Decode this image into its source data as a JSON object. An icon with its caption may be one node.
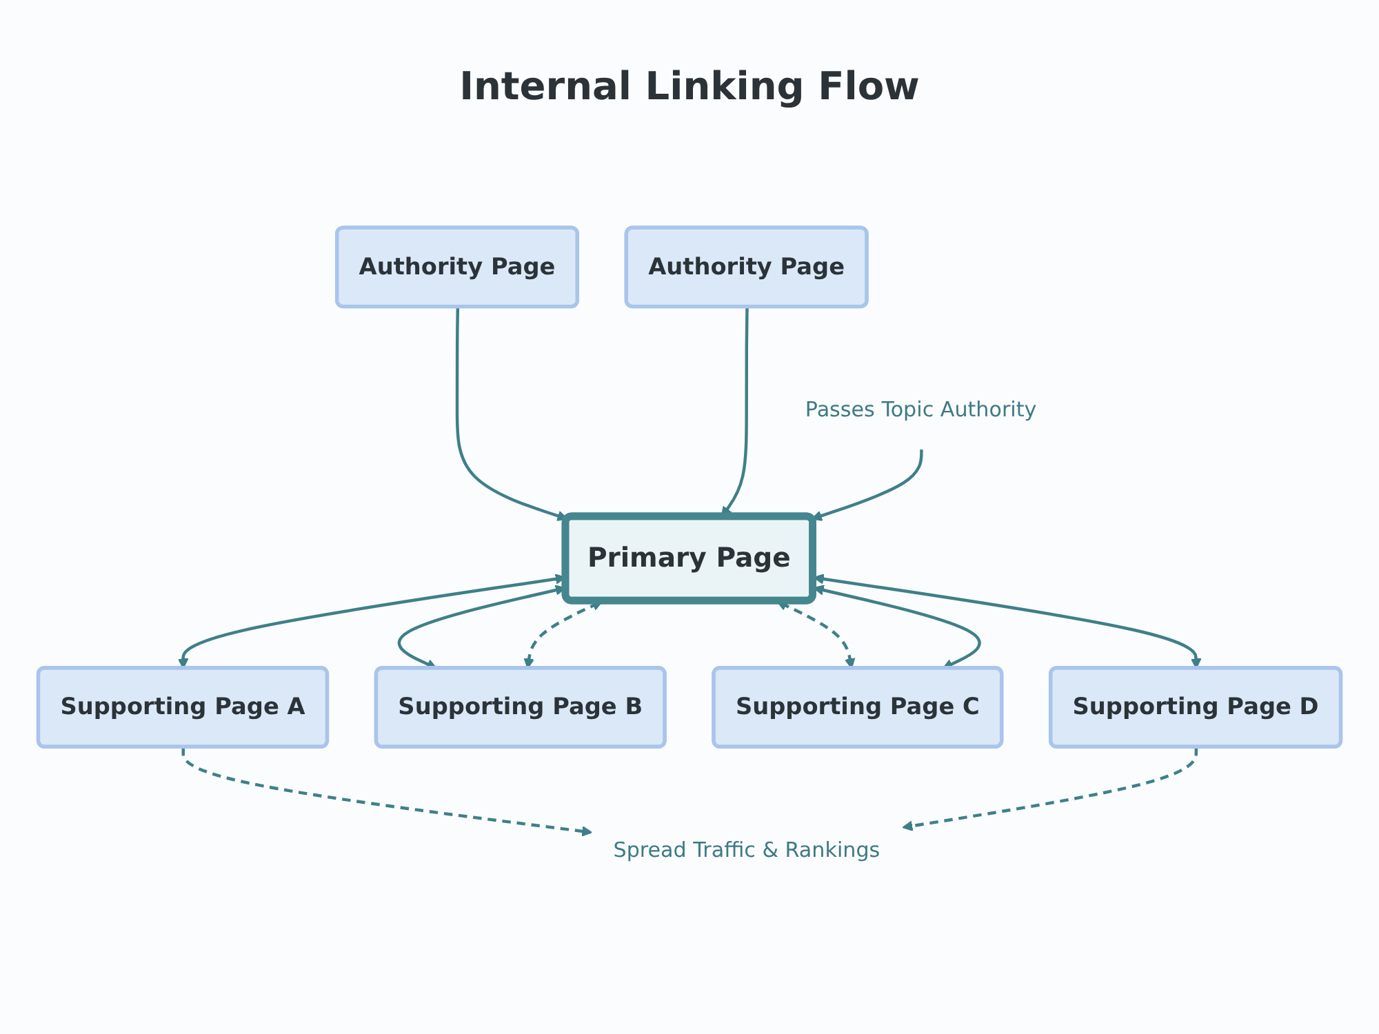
{
  "diagram": {
    "title": "Internal Linking Flow",
    "nodes": [
      {
        "text": [
          "Authority Page"
        ]
      },
      {
        "text": [
          "Authority Page"
        ]
      },
      {
        "text": [
          "Passes Topic Authority"
        ]
      },
      {
        "text": [
          "Primary Page"
        ]
      },
      {
        "text": [
          "Supporting Page A"
        ]
      },
      {
        "text": [
          "Supporting Page B"
        ]
      },
      {
        "text": [
          "Supporting Page C"
        ]
      },
      {
        "text": [
          "Supporting Page D"
        ]
      },
      {
        "text": [
          "Spread Traffic & Rankings"
        ]
      }
    ],
    "edges": [
      {
        "from": 0,
        "to": 3,
        "arrow": "to"
      },
      {
        "from": 1,
        "to": 3,
        "arrow": "to"
      },
      {
        "from": 2,
        "to": 3,
        "arrow": "to"
      },
      {
        "from": 3,
        "to": 4,
        "arrow": "both"
      },
      {
        "from": 3,
        "to": 5,
        "arrow": "both"
      },
      {
        "from": 3,
        "to": 5,
        "arrow": "both",
        "style": "dashed"
      },
      {
        "from": 3,
        "to": 6,
        "arrow": "both",
        "style": "dashed"
      },
      {
        "from": 3,
        "to": 6,
        "arrow": "both"
      },
      {
        "from": 3,
        "to": 7,
        "arrow": "both"
      },
      {
        "from": 4,
        "to": 8,
        "arrow": "to",
        "style": "dashed"
      },
      {
        "from": 7,
        "to": 8,
        "arrow": "to",
        "style": "dashed"
      }
    ]
  }
}
